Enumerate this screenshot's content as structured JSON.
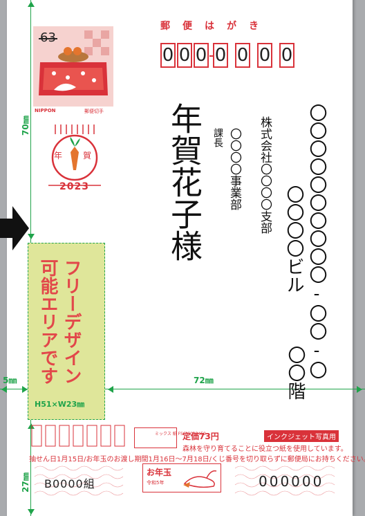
{
  "postal": {
    "title": "郵便はがき",
    "zip_digits": [
      "0",
      "0",
      "0",
      "0",
      "0",
      "0",
      "0"
    ]
  },
  "stamp": {
    "value": "63",
    "nippon": "NIPPON",
    "post": "郵便切手"
  },
  "postmark": {
    "char_left": "年",
    "char_right": "賀",
    "year": "2023"
  },
  "guides": {
    "top_height": "70㎜",
    "left_margin": "5㎜",
    "width": "72㎜",
    "bottom_height": "27㎜"
  },
  "free_area": {
    "text": "フリーデザイン可能エリアです",
    "size": "H51×W23㎜"
  },
  "address": {
    "name": "年賀花子様",
    "title": "課長",
    "department": "〇〇〇〇事業部",
    "company": "株式会社〇〇〇〇支部",
    "building": "〇〇〇〇ビル",
    "street": "〇〇〇〇〇〇〇〇〇〇-〇〇-〇",
    "floor": "〇〇階"
  },
  "bottom": {
    "price": "定価73円",
    "forest": "森林を守り育てることに役立つ紙を使用しています。",
    "lottery_note": "抽せん日1月15日/お年玉のお渡し期間1月16日～7月18日/くじ番号を切り取らずに郵便局にお持ちください。",
    "inkjet": "インクジェット写真用",
    "group": "B0000組",
    "otoshidama": "お年玉",
    "era": "令和5年",
    "lot_number": "000000",
    "fsc": "ミックス 紙 FSC C023459"
  },
  "colors": {
    "accent_red": "#d9323a",
    "guide_green": "#1fa34a",
    "free_area_fill": "#dfe69a"
  }
}
